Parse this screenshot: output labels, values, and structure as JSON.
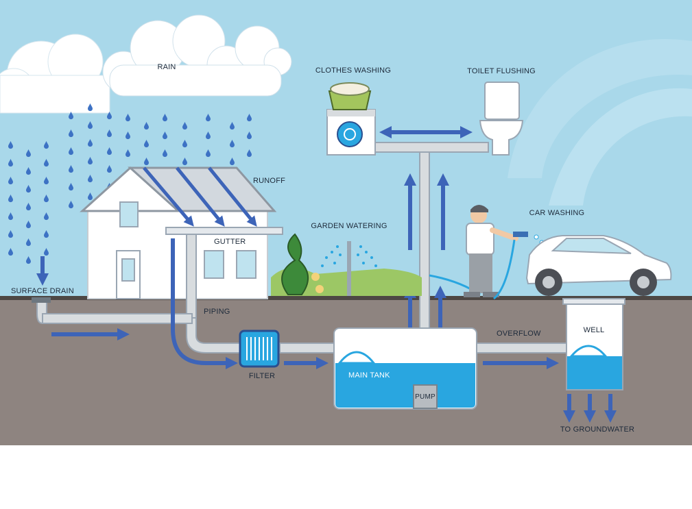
{
  "labels": {
    "rain": "RAIN",
    "runoff": "RUNOFF",
    "gutter": "GUTTER",
    "surface_drain": "SURFACE DRAIN",
    "piping": "PIPING",
    "filter": "FILTER",
    "main_tank": "MAIN TANK",
    "pump": "PUMP",
    "overflow": "OVERFLOW",
    "well": "WELL",
    "to_groundwater": "TO GROUNDWATER",
    "garden_watering": "GARDEN WATERING",
    "clothes_washing": "CLOTHES WASHING",
    "toilet_flushing": "TOILET FLUSHING",
    "car_washing": "CAR WASHING"
  },
  "colors": {
    "sky": "#a9d8ea",
    "ground": "#8e8480",
    "arrow": "#3d64b8",
    "water": "#29a6e0",
    "pipe": "#cfd3d7",
    "house": "#ffffff",
    "roof": "#9aa6b3",
    "grass": "#9cc765"
  },
  "icons": [
    "cloud-icon",
    "raindrop-icon",
    "house-icon",
    "washing-machine-icon",
    "laundry-basket-icon",
    "toilet-icon",
    "sprinkler-icon",
    "person-icon",
    "car-icon",
    "filter-icon",
    "tank-icon",
    "well-icon",
    "plant-icon"
  ]
}
